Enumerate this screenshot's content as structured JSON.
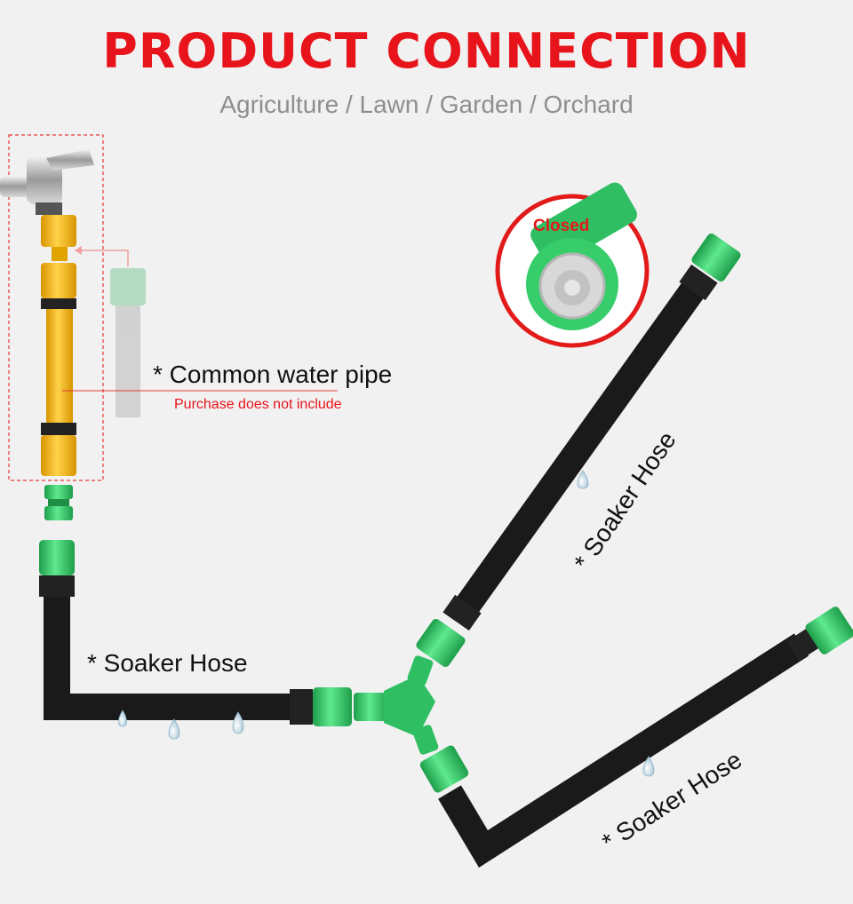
{
  "header": {
    "title": "PRODUCT CONNECTION",
    "subtitle": "Agriculture / Lawn / Garden / Orchard"
  },
  "labels": {
    "common_pipe": "* Common water pipe",
    "not_included": "Purchase does not include",
    "soaker_left": "* Soaker Hose",
    "soaker_upper_right": "* Soaker Hose",
    "soaker_lower_right": "* Soaker Hose",
    "closed": "Closed"
  },
  "colors": {
    "title_red": "#e8141b",
    "hose_black": "#1a1a1a",
    "connector_green": "#3dd676",
    "adapter_yellow": "#f7b712"
  }
}
